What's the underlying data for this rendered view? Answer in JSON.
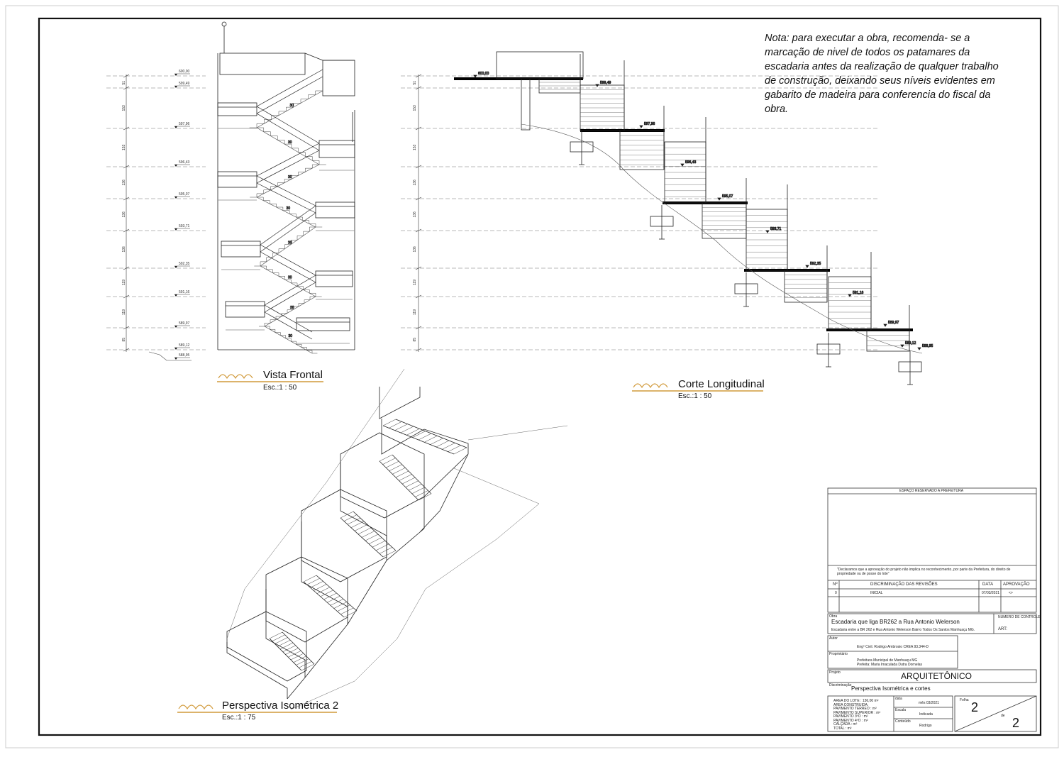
{
  "note": "Nota: para executar a obra, recomenda- se a marcação de nivel de todos os patamares da escadaria antes da realização de qualquer trabalho de construção, deixando seus níveis evidentes em gabarito de madeira para conferencia do fiscal da obra.",
  "views": {
    "front": {
      "title": "Vista Frontal",
      "scale": "Esc.:1 : 50"
    },
    "section": {
      "title": "Corte Longitudinal",
      "scale": "Esc.:1 : 50"
    },
    "iso": {
      "title": "Perspectiva Isométrica 2",
      "scale": "Esc.:1 : 75"
    }
  },
  "levels": [
    "600,00",
    "599,49",
    "597,96",
    "596,43",
    "595,07",
    "593,71",
    "592,35",
    "591,16",
    "589,97",
    "589,12",
    "588,95"
  ],
  "dims": [
    "51",
    "153",
    "153",
    "136",
    "136",
    "136",
    "119",
    "119",
    "85"
  ],
  "section_levels": [
    "600,00",
    "599,49",
    "597,96",
    "596,43",
    "595,07",
    "593,71",
    "592,35",
    "591,16",
    "589,97",
    "589,12",
    "588,95"
  ],
  "step_label": "30",
  "titleblock": {
    "reserved": "ESPAÇO RESERVADO A PREFEITURA",
    "declaration": "\"Declaramos que a aprovação do projeto não implica no reconhecimento, por parte da Prefeitura, do direito de propriedade ou de posse do lote\"",
    "rev_headers": {
      "n": "Nº",
      "desc": "DISCRIMINAÇÃO DAS REVISÕES",
      "date": "DATA",
      "approval": "APROVAÇÃO"
    },
    "rev_row": {
      "n": "0",
      "desc": "INICIAL",
      "date": "07/03/2021",
      "approval": "<>"
    },
    "obra_label": "Obra",
    "obra_title": "Escadaria que liga BR262 a Rua Antonio Welerson",
    "obra_desc": "Escadaria entre a BR 262 e Rua Antonio Welerson Bairro Todos Os Santos Manhuaçu MG.",
    "controle": "NUMERO DE CONTROLE",
    "art": "ART:",
    "autor_label": "Autor",
    "autor": "Engº Civil. Rodrigo Ambrosio CREA 93.344-D",
    "prop_label": "Proprietário",
    "prop1": "Prefeitura Municipal de Manhuaçu MG",
    "prop2": "Prefeita: Maria Imaculada Dutra Dornelas",
    "projeto_label": "Projeto",
    "projeto": "ARQUITETÔNICO",
    "disc_label": "Discriminação",
    "disc": "Perspectiva Isométrica e cortes",
    "areas": [
      "AREA DO LOTE : 136,00 m²",
      "AREA CONSTRUIDA:",
      "PAVIMENTO TERREO : m²",
      "PAVIMENTO SUPERIOR : m²",
      "PAVIMENTO 3ºO : m²",
      "PAVIMENTO 4ºO : m²",
      "CALÇADA : m²",
      "TOTAL : m²"
    ],
    "data_label": "data",
    "data": "mês 03/2021",
    "escala_label": "Escala",
    "escala": "Indicada",
    "conteudo_label": "Conteúdo",
    "conteudo": "Rodrigo",
    "folha_label": "Folha",
    "folha": "2",
    "de_label": "de",
    "de": "2"
  }
}
